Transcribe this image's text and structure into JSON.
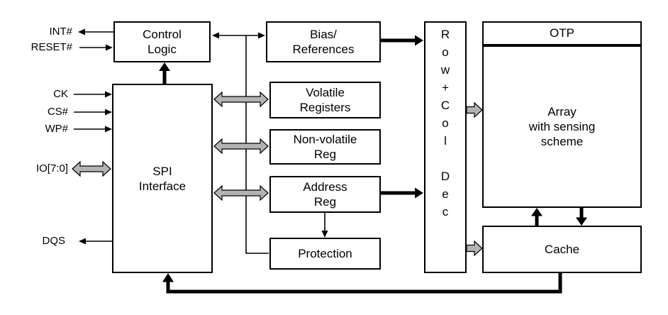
{
  "diagram": {
    "pins": {
      "int": "INT#",
      "reset": "RESET#",
      "ck": "CK",
      "cs": "CS#",
      "wp": "WP#",
      "io": "IO[7:0]",
      "dqs": "DQS"
    },
    "blocks": {
      "control_logic": "Control\nLogic",
      "spi_interface": "SPI\nInterface",
      "bias_references": "Bias/\nReferences",
      "volatile_registers": "Volatile\nRegisters",
      "nonvolatile_reg": "Non-volatile\nReg",
      "address_reg": "Address\nReg",
      "protection": "Protection",
      "row_col_dec": "R\no\nw\n+\nC\no\nl\n\nD\ne\nc",
      "otp": "OTP",
      "array": "Array\nwith sensing\nscheme",
      "cache": "Cache"
    },
    "colors": {
      "line": "#000000",
      "bus_fill": "#b3b3b3",
      "box_bg": "#ffffff"
    }
  }
}
